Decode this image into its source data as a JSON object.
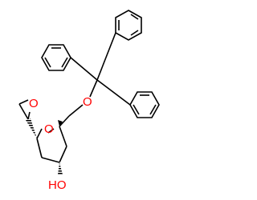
{
  "molecule": {
    "atoms": {
      "ring_oxygen": "O",
      "epoxide_oxygen": "O",
      "ether_oxygen": "O",
      "hydroxyl": "HO"
    },
    "colors": {
      "bond": "#000000",
      "oxygen": "#ff0000",
      "background": "#ffffff"
    }
  }
}
